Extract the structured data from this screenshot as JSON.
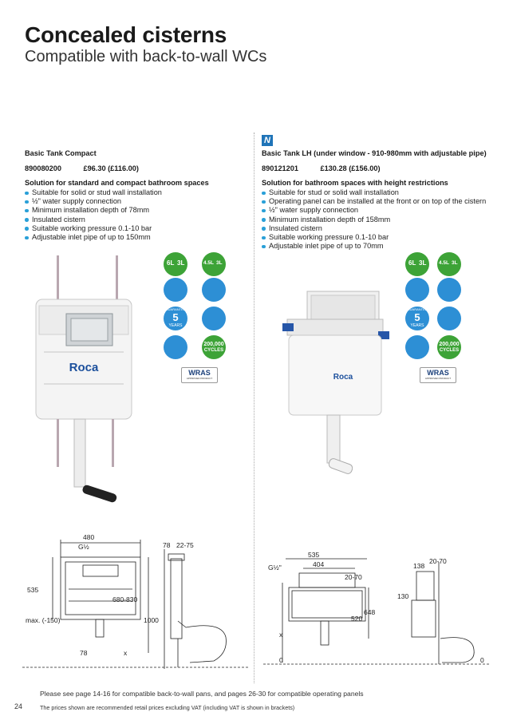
{
  "header": {
    "title": "Concealed cisterns",
    "subtitle": "Compatible with back-to-wall WCs"
  },
  "products": [
    {
      "name": "Basic Tank Compact",
      "code": "890080200",
      "price": "£96.30 (£116.00)",
      "heading": "Solution for standard and compact bathroom spaces",
      "features": [
        "Suitable for solid or stud wall installation",
        "½\" water supply connection",
        "Minimum installation depth of 78mm",
        "Insulated cistern",
        "Suitable working pressure 0.1-10 bar",
        "Adjustable inlet pipe of up to 150mm"
      ],
      "logo": "Roca",
      "badge": ""
    },
    {
      "name": "Basic Tank LH (under window - 910-980mm with adjustable pipe)",
      "code": "890121201",
      "price": "£130.28 (£156.00)",
      "heading": "Solution for bathroom spaces with height restrictions",
      "features": [
        "Suitable for stud or solid wall installation",
        "Operating panel can be installed at the front or on top of the cistern",
        "½\" water supply connection",
        "Minimum installation depth of 158mm",
        "Insulated cistern",
        "Suitable working pressure 0.1-10 bar",
        "Adjustable inlet pipe of up to 70mm"
      ],
      "logo": "Roca",
      "badge": "N"
    }
  ],
  "icons": {
    "flush_a": "6L",
    "flush_b": "3L",
    "flush_c": "4.5L",
    "flush_d": "3L",
    "guarantee_top": "GUARANTEE",
    "guarantee_num": "5",
    "guarantee_unit": "YEARS",
    "cycles_num": "200,000",
    "cycles_unit": "CYCLES",
    "wras": "WRAS",
    "wras_sub": "APPROVED PRODUCT"
  },
  "drawing_left": {
    "width": "480",
    "connection": "G½",
    "depth_a": "78",
    "depth_b": "22-75",
    "h1": "535",
    "h2": "680-830",
    "h3": "1000",
    "maxlabel": "max. (-150)",
    "bottom": "78",
    "x": "x"
  },
  "drawing_right": {
    "width": "535",
    "inner": "404",
    "connection": "G½\"",
    "offset": "20-70",
    "h1": "648",
    "h2": "520",
    "side_depth": "138",
    "side_offset": "20-70",
    "side_h": "130",
    "x": "x",
    "zero_a": "0",
    "zero_b": "0"
  },
  "footer": {
    "note": "Please see page 14-16 for compatible back-to-wall pans, and pages 26-30 for compatible operating panels",
    "page": "24",
    "legal": "The prices shown are recommended retail prices excluding VAT (including VAT is shown in brackets)"
  },
  "colors": {
    "green": "#3da337",
    "blue": "#2d8fd5",
    "badge": "#1f74b8",
    "bullet": "#2aa0d8",
    "roca_red": "#d6262b",
    "roca_blue": "#1b4f9c"
  }
}
